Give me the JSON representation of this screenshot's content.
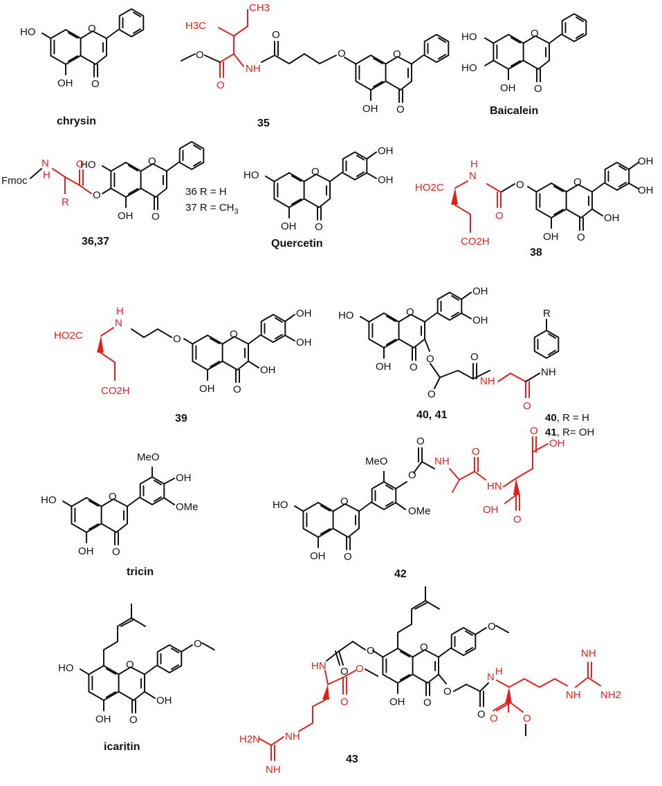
{
  "colors": {
    "ink": "#111111",
    "highlight": "#e0201b",
    "background": "#ffffff"
  },
  "labels": {
    "chrysin": "chrysin",
    "c35": "35",
    "baicalein": "Baicalein",
    "c3637": "36,37",
    "quercetin": "Quercetin",
    "c38": "38",
    "c39": "39",
    "c4041": "40, 41",
    "tricin": "tricin",
    "c42": "42",
    "icaritin": "icaritin",
    "c43": "43"
  },
  "notes": {
    "n36": "36 R = H",
    "n37": "37 R = CH",
    "n37sub": "3",
    "n40num": "40",
    "n40rest": ", R = H",
    "n41num": "41",
    "n41rest": ", R= OH"
  },
  "atoms": {
    "ho": "HO",
    "oh": "OH",
    "o": "O",
    "nh": "NH",
    "hn": "HN",
    "n": "N",
    "h": "H",
    "h3c": "H3C",
    "ch3": "CH3",
    "fmoc": "Fmoc",
    "r": "R",
    "ho2c": "HO2C",
    "co2h": "CO2H",
    "meo": "MeO",
    "ome": "OMe",
    "h2n": "H2N",
    "nh2": "NH2"
  }
}
